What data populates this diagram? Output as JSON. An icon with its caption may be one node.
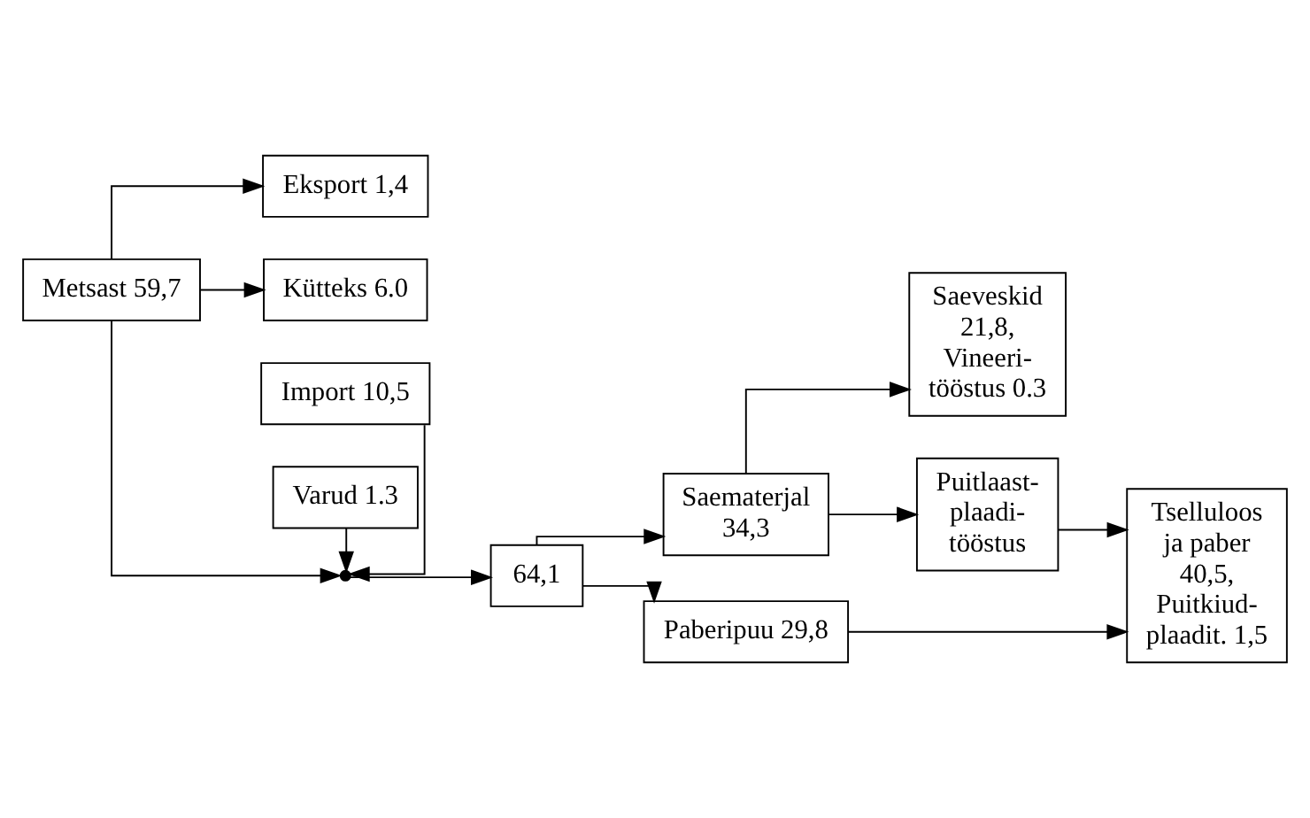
{
  "diagram": {
    "nodes": [
      {
        "text": [
          "Eksport 1,4"
        ]
      },
      {
        "text": [
          "Import 10,5"
        ]
      },
      {
        "text": [
          "Saematerjal 34,3"
        ]
      },
      {
        "text": [
          "Saeveskid 21,8, Vineeri- tööstus 0.3"
        ]
      },
      {
        "text": [
          "Metsast 59,7"
        ]
      },
      {
        "text": [],
        "shape": "point"
      },
      {
        "text": [
          "64,1"
        ]
      },
      {
        "text": [
          "Puitlaast- plaadi- tööstus"
        ]
      },
      {
        "text": [
          "Kütteks 6.0"
        ]
      },
      {
        "text": [
          "Varud 1.3"
        ]
      },
      {
        "text": [
          "Paberipuu 29,8"
        ]
      },
      {
        "text": [
          "Tselluloos ja paber 40,5, Puitkiud- plaadit. 1,5"
        ]
      }
    ],
    "edges": [
      {
        "from": 4,
        "to": 0,
        "arrow": "to"
      },
      {
        "from": 4,
        "to": 8,
        "arrow": "to"
      },
      {
        "from": 4,
        "to": 5,
        "arrow": "to"
      },
      {
        "from": 1,
        "to": 5,
        "arrow": "to"
      },
      {
        "from": 9,
        "to": 5,
        "arrow": "to"
      },
      {
        "from": 5,
        "to": 6,
        "arrow": "to"
      },
      {
        "from": 6,
        "to": 2,
        "arrow": "to"
      },
      {
        "from": 6,
        "to": 10,
        "arrow": "to"
      },
      {
        "from": 2,
        "to": 3,
        "arrow": "to"
      },
      {
        "from": 2,
        "to": 7,
        "arrow": "to"
      },
      {
        "from": 7,
        "to": 11,
        "arrow": "to"
      },
      {
        "from": 10,
        "to": 11,
        "arrow": "to"
      }
    ]
  }
}
